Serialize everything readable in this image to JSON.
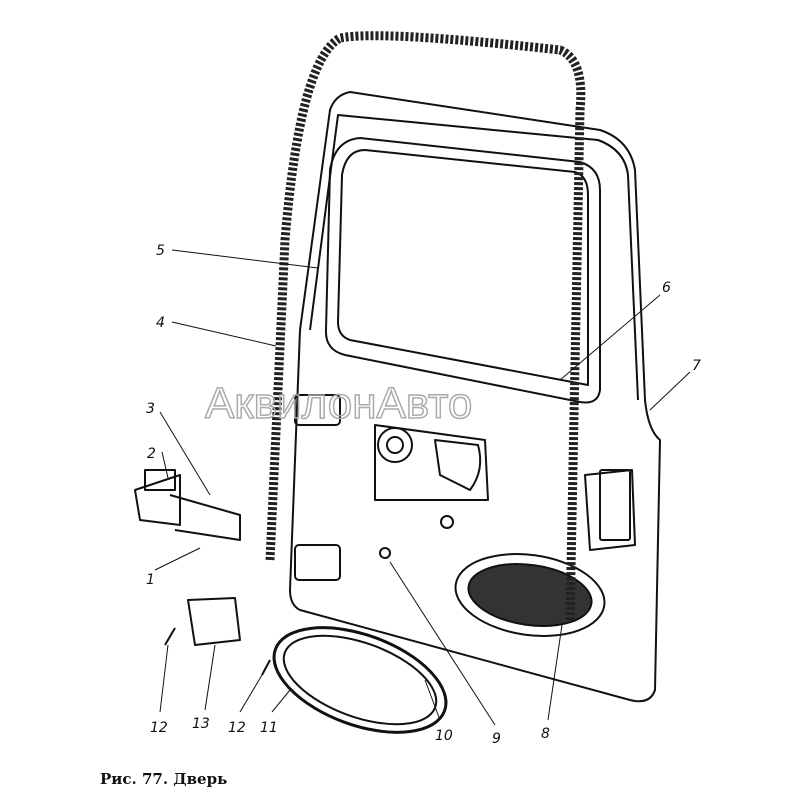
{
  "figure": {
    "caption": "Рис. 77. Дверь",
    "watermark": "АквилонАвто",
    "part_labels": [
      "1",
      "2",
      "3",
      "4",
      "5",
      "6",
      "7",
      "8",
      "9",
      "10",
      "11",
      "12",
      "12",
      "13"
    ]
  }
}
